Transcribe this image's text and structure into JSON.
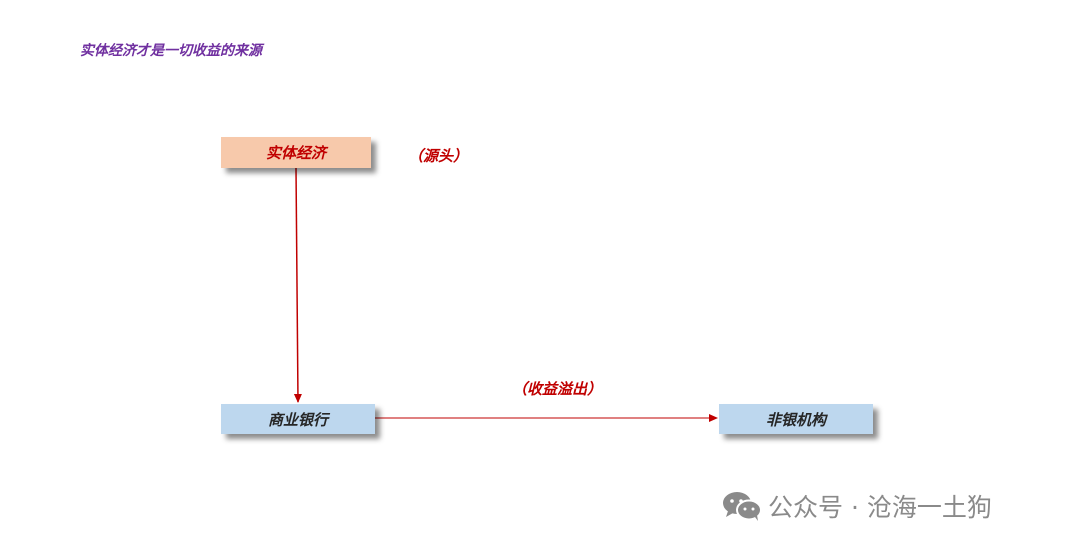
{
  "title": "实体经济才是一切收益的来源",
  "nodes": {
    "real_economy": "实体经济",
    "commercial_bank": "商业银行",
    "non_bank": "非银机构"
  },
  "annotations": {
    "source": "（源头）",
    "spillover": "（收益溢出）"
  },
  "edges": [
    {
      "from": "实体经济",
      "to": "商业银行"
    },
    {
      "from": "商业银行",
      "to": "非银机构"
    }
  ],
  "watermark": {
    "icon": "wechat-icon",
    "text": "公众号 · 沧海一土狗"
  },
  "colors": {
    "title": "#7030a0",
    "arrow": "#c00000",
    "real_economy_fill": "#f7c9ab",
    "bank_fill": "#bdd7ee"
  }
}
